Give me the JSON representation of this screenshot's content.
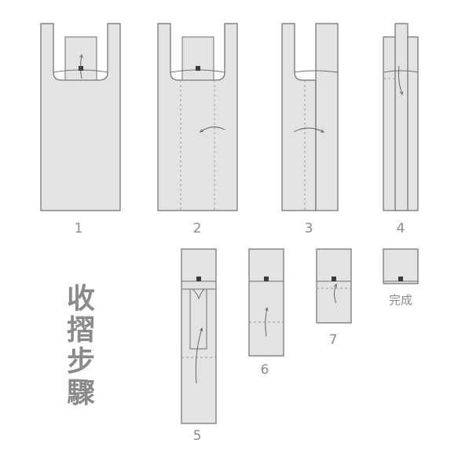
{
  "title": "收摺步驟",
  "steps": [
    {
      "label": "1"
    },
    {
      "label": "2"
    },
    {
      "label": "3"
    },
    {
      "label": "4"
    },
    {
      "label": "5"
    },
    {
      "label": "6"
    },
    {
      "label": "7"
    },
    {
      "label": "完成"
    }
  ],
  "colors": {
    "fill": "#e3e3e3",
    "stroke": "#6f6f6f",
    "label": "#8c8c8c",
    "knob": "#3a3a3a"
  }
}
